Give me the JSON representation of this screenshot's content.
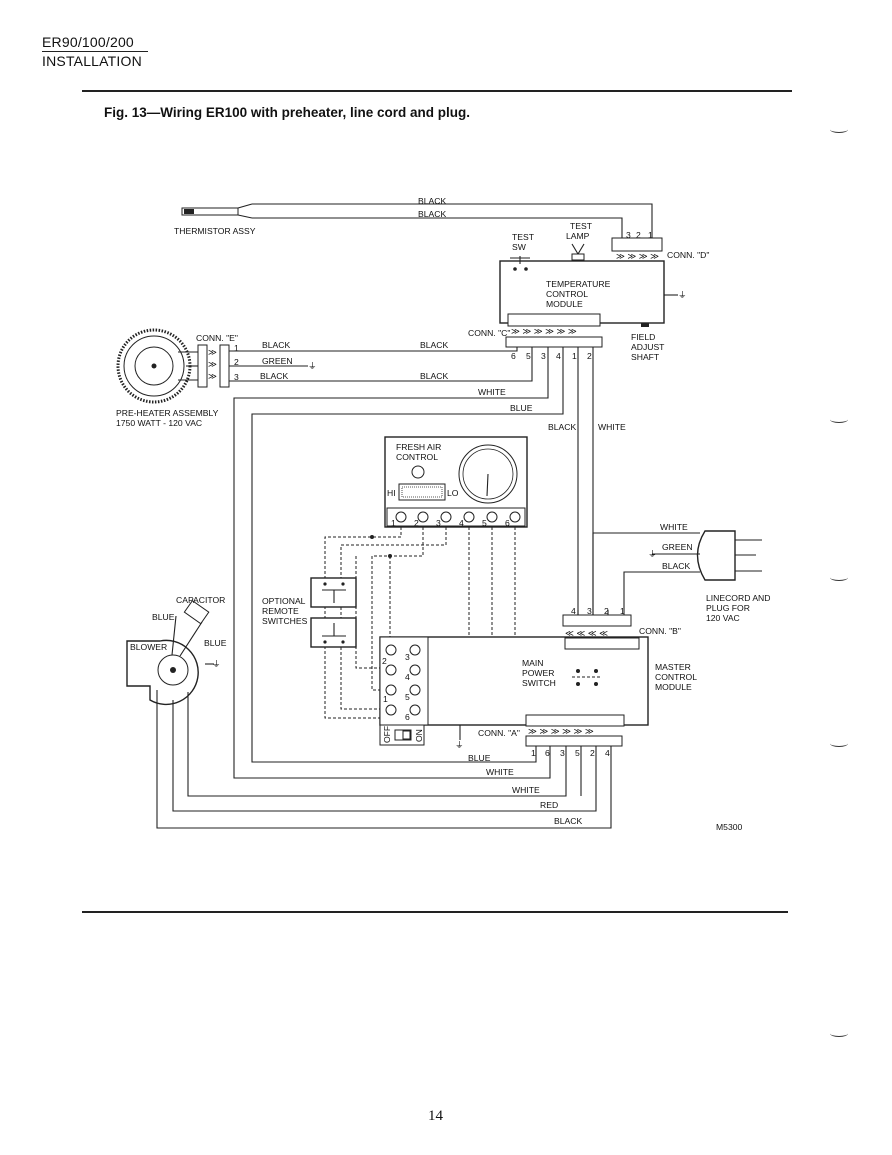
{
  "header": {
    "model": "ER90/100/200",
    "section": "INSTALLATION"
  },
  "figure": {
    "caption": "Fig. 13—Wiring ER100 with preheater, line cord and plug.",
    "drawing_no": "M5300"
  },
  "page_number": "14",
  "labels": {
    "thermistor": "THERMISTOR ASSY",
    "test_sw": [
      "TEST",
      "SW"
    ],
    "test_lamp": [
      "TEST",
      "LAMP"
    ],
    "temp_module": [
      "TEMPERATURE",
      "CONTROL",
      "MODULE"
    ],
    "conn_d": "CONN. \"D\"",
    "conn_c": "CONN. \"C\"",
    "conn_e": "CONN. \"E\"",
    "conn_b": "CONN. \"B\"",
    "conn_a": "CONN. \"A\"",
    "field_adjust": [
      "FIELD",
      "ADJUST",
      "SHAFT"
    ],
    "preheater": [
      "PRE-HEATER ASSEMBLY",
      "1750 WATT - 120 VAC"
    ],
    "fresh_air": [
      "FRESH AIR",
      "CONTROL"
    ],
    "hi": "HI",
    "lo": "LO",
    "optional": [
      "OPTIONAL",
      "REMOTE",
      "SWITCHES"
    ],
    "capacitor": "CAPACITOR",
    "blower": "BLOWER",
    "main_power": [
      "MAIN",
      "POWER",
      "SWITCH"
    ],
    "master": [
      "MASTER",
      "CONTROL",
      "MODULE"
    ],
    "linecord": [
      "LINECORD AND",
      "PLUG FOR",
      "120 VAC"
    ],
    "off": "OFF",
    "on": "ON"
  },
  "wire_colors": {
    "black": "BLACK",
    "green": "GREEN",
    "white": "WHITE",
    "blue": "BLUE",
    "red": "RED"
  },
  "pins": {
    "conn_d": [
      "3",
      "2",
      "1"
    ],
    "conn_e": [
      "1",
      "2",
      "3"
    ],
    "conn_c": [
      "6",
      "5",
      "3",
      "4",
      "1",
      "2"
    ],
    "fresh_air": [
      "1",
      "2",
      "3",
      "4",
      "5",
      "6"
    ],
    "conn_b": [
      "4",
      "3",
      "2",
      "1"
    ],
    "conn_a": [
      "1",
      "6",
      "3",
      "5",
      "2",
      "4"
    ],
    "master_terms": [
      "2",
      "3",
      "4",
      "1",
      "5",
      "6"
    ]
  }
}
